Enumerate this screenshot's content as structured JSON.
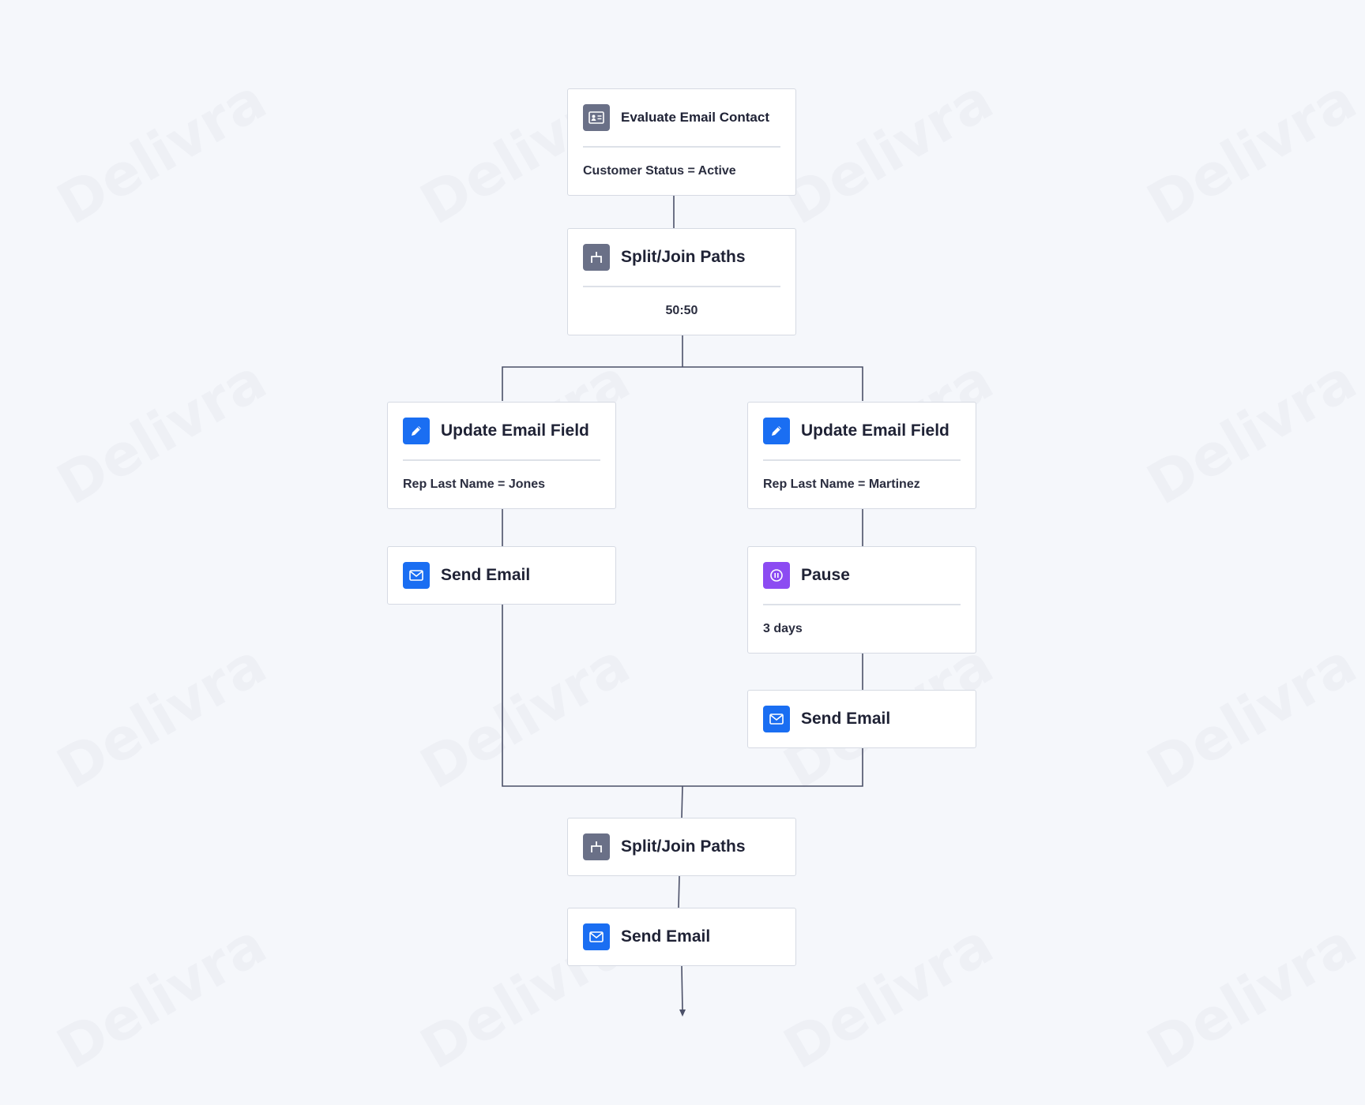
{
  "watermark": "Delivra",
  "nodes": {
    "evaluate": {
      "title": "Evaluate Email Contact",
      "detail": "Customer Status = Active",
      "icon": "contact-card-icon"
    },
    "split1": {
      "title": "Split/Join Paths",
      "detail": "50:50",
      "icon": "split-join-icon"
    },
    "update_left": {
      "title": "Update Email Field",
      "detail": "Rep Last Name = Jones",
      "icon": "pencil-icon"
    },
    "send_left": {
      "title": "Send Email",
      "icon": "envelope-icon"
    },
    "update_right": {
      "title": "Update Email Field",
      "detail": "Rep Last Name = Martinez",
      "icon": "pencil-icon"
    },
    "pause": {
      "title": "Pause",
      "detail": "3 days",
      "icon": "pause-icon"
    },
    "send_right": {
      "title": "Send Email",
      "icon": "envelope-icon"
    },
    "join": {
      "title": "Split/Join Paths",
      "icon": "split-join-icon"
    },
    "send_final": {
      "title": "Send Email",
      "icon": "envelope-icon"
    }
  },
  "colors": {
    "background": "#f5f7fb",
    "gray_icon": "#6a7087",
    "blue_icon": "#1a6ef2",
    "purple_icon": "#8c4bf2",
    "connector": "#4b5068"
  }
}
